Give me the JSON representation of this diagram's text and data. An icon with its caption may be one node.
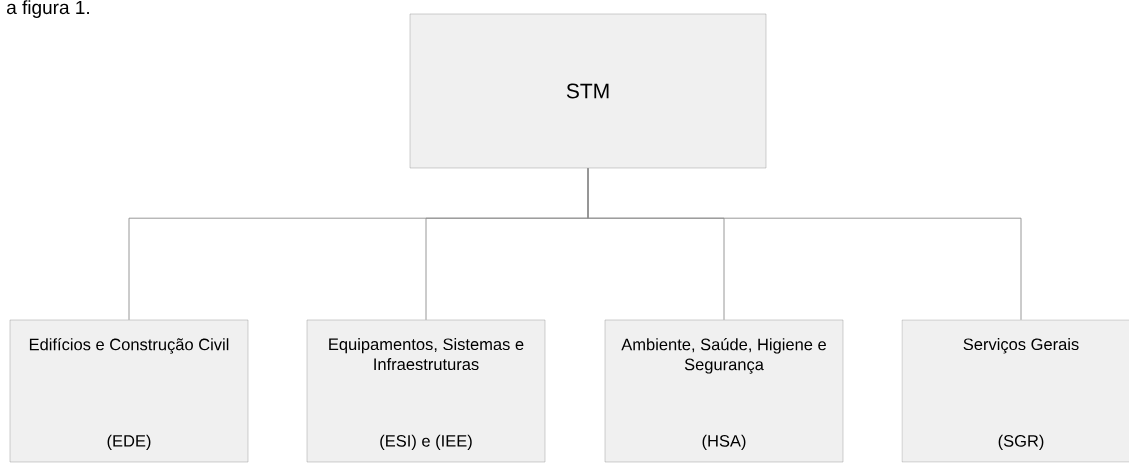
{
  "diagram": {
    "nodes": [
      {
        "text": [
          "STM"
        ]
      },
      {
        "text": [
          "Edifícios e Construção Civil",
          "(EDE)"
        ]
      },
      {
        "text": [
          "Equipamentos, Sistemas e Infraestruturas",
          "(ESI) e (IEE)"
        ]
      },
      {
        "text": [
          "Ambiente, Saúde, Higiene e Segurança",
          "(HSA)"
        ]
      },
      {
        "text": [
          "Serviços Gerais",
          "(SGR)"
        ]
      }
    ],
    "edges": [
      {
        "from": 0,
        "to": 1,
        "arrow": "none"
      },
      {
        "from": 0,
        "to": 2,
        "arrow": "none"
      },
      {
        "from": 0,
        "to": 3,
        "arrow": "none"
      },
      {
        "from": 0,
        "to": 4,
        "arrow": "none"
      }
    ],
    "labels": [
      "a figura 1."
    ]
  }
}
